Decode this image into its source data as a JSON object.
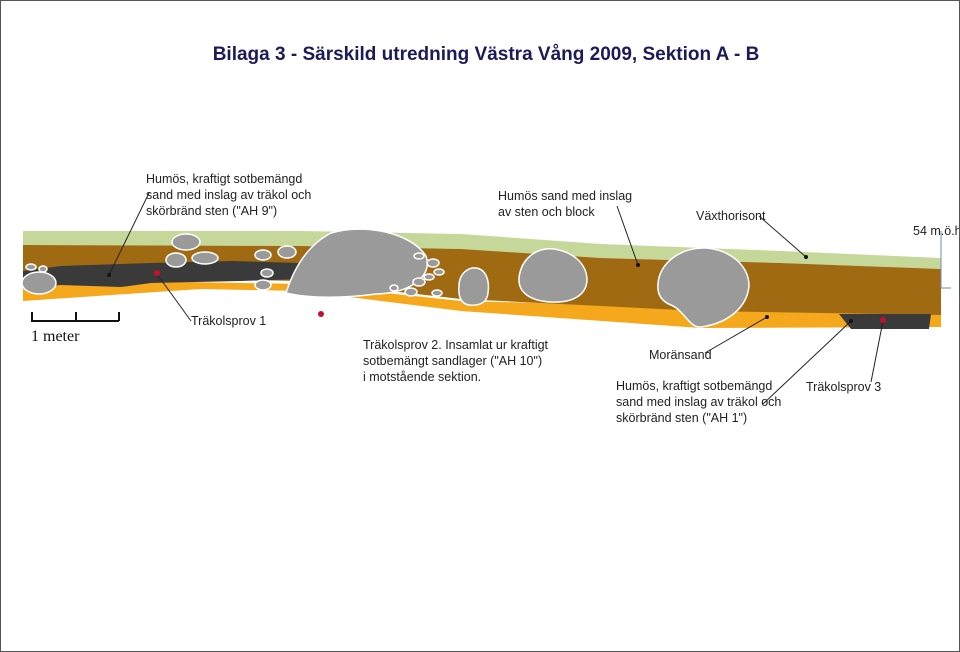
{
  "title": "Bilaga 3 - Särskild utredning Västra Vång 2009, Sektion A - B",
  "labels": {
    "ah9": [
      "Humös, kraftigt sotbemängd",
      "sand med inslag av träkol och",
      "skörbränd sten (\"AH 9\")"
    ],
    "humos_sand": [
      "Humös sand med inslag",
      "av sten och block"
    ],
    "vaxthorisont": "Växthorisont",
    "elevation": "54 m.ö.h.",
    "scale": "1 meter",
    "sample1": "Träkolsprov 1",
    "sample2": [
      "Träkolsprov 2. Insamlat ur kraftigt",
      "sotbemängt sandlager (\"AH 10\")",
      "i motstående sektion."
    ],
    "moransand": "Moränsand",
    "ah1": [
      "Humös, kraftigt sotbemängd",
      "sand med inslag av träkol och",
      "skörbränd sten (\"AH 1\")"
    ],
    "sample3": "Träkolsprov 3"
  },
  "colors": {
    "topsoil": "#c6d79a",
    "humus": "#a06a12",
    "moraine": "#f5a81c",
    "charcoal": "#3a3a3a",
    "stone": "#9a9a9a",
    "sample": "#c8102e"
  }
}
